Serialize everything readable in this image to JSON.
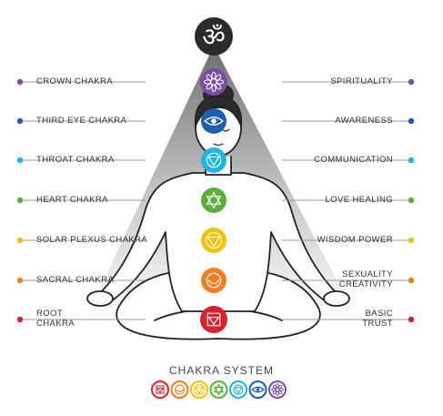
{
  "title": "CHAKRA SYSTEM",
  "chakras": [
    {
      "name": "CROWN CHAKRA",
      "name_lines": [
        "CROWN CHAKRA"
      ],
      "meaning_lines": [
        "SPIRITUALITY"
      ],
      "color": "#7b4ea3",
      "icon": "lotus-icon"
    },
    {
      "name": "THIRD EYE CHAKRA",
      "name_lines": [
        "THIRD EYE CHAKRA"
      ],
      "meaning_lines": [
        "AWARENESS"
      ],
      "color": "#1f5fae",
      "icon": "eye-icon"
    },
    {
      "name": "THROAT CHAKRA",
      "name_lines": [
        "THROAT CHAKRA"
      ],
      "meaning_lines": [
        "COMMUNICATION"
      ],
      "color": "#1fb4e2",
      "icon": "throat-icon"
    },
    {
      "name": "HEART CHAKRA",
      "name_lines": [
        "HEART CHAKRA"
      ],
      "meaning_lines": [
        "LOVE HEALING"
      ],
      "color": "#5aae3a",
      "icon": "hexagram-icon"
    },
    {
      "name": "SOLAR PLEXUS CHAKRA",
      "name_lines": [
        "SOLAR PLEXUS CHAKRA"
      ],
      "meaning_lines": [
        "WISDOM POWER"
      ],
      "color": "#f2c200",
      "icon": "triangle-icon"
    },
    {
      "name": "SACRAL CHAKRA",
      "name_lines": [
        "SACRAL CHAKRA"
      ],
      "meaning_lines": [
        "SEXUALITY",
        "CREATIVITY"
      ],
      "color": "#f07f1f",
      "icon": "crescent-icon"
    },
    {
      "name": "ROOT CHAKRA",
      "name_lines": [
        "ROOT",
        "CHAKRA"
      ],
      "meaning_lines": [
        "BASIC",
        "TRUST"
      ],
      "color": "#d6232e",
      "icon": "square-icon"
    }
  ],
  "colors": {
    "om_circle": "#2b2b2b",
    "line": "#9a9a9a",
    "outline": "#222222",
    "text": "#333333"
  }
}
